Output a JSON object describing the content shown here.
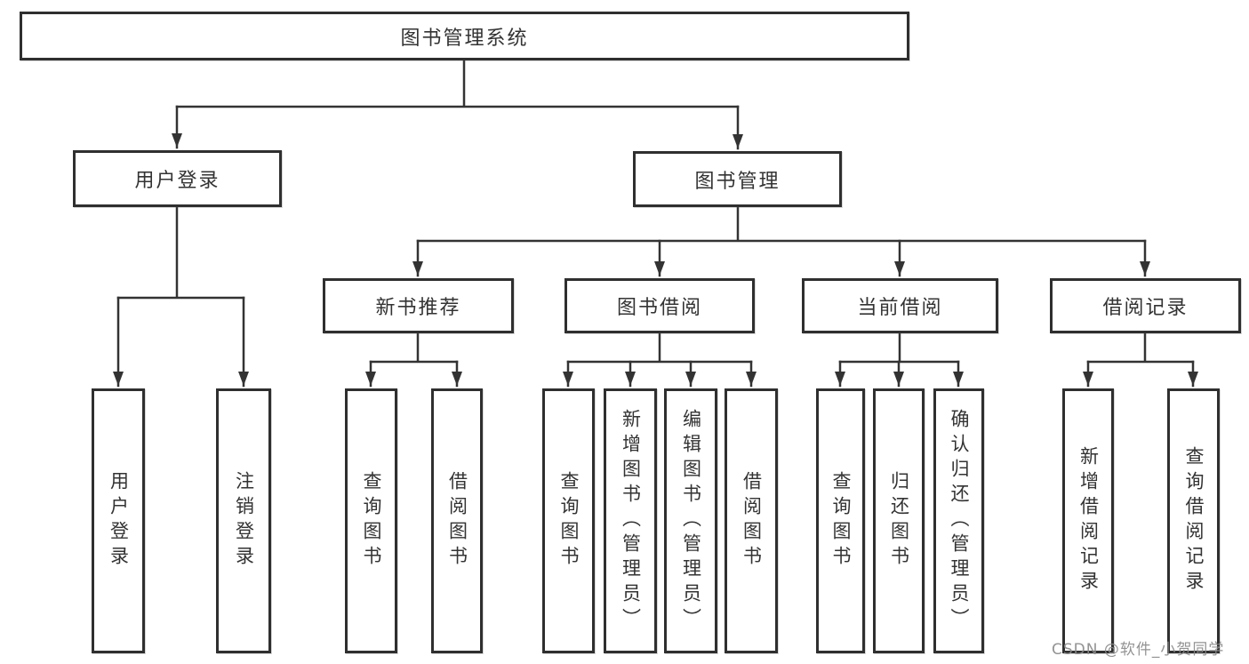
{
  "colors": {
    "background": "#ffffff",
    "line": "#333333",
    "box_border": "#2f2f2f",
    "text": "#333333",
    "watermark": "#8a8a8a"
  },
  "watermark": {
    "text": "CSDN @软件_小贺同学"
  },
  "diagram": {
    "type": "hierarchy-tree",
    "root": {
      "label": "图书管理系统"
    },
    "level2": [
      {
        "label": "用户登录"
      },
      {
        "label": "图书管理"
      }
    ],
    "level3": [
      {
        "label": "新书推荐",
        "parent": "图书管理"
      },
      {
        "label": "图书借阅",
        "parent": "图书管理"
      },
      {
        "label": "当前借阅",
        "parent": "图书管理"
      },
      {
        "label": "借阅记录",
        "parent": "图书管理"
      }
    ],
    "leaves": [
      {
        "label": "用户登录",
        "parent": "用户登录"
      },
      {
        "label": "注销登录",
        "parent": "用户登录"
      },
      {
        "label": "查询图书",
        "parent": "新书推荐"
      },
      {
        "label": "借阅图书",
        "parent": "新书推荐"
      },
      {
        "label": "查询图书",
        "parent": "图书借阅"
      },
      {
        "label": "新增图书（管理员）",
        "parent": "图书借阅"
      },
      {
        "label": "编辑图书（管理员）",
        "parent": "图书借阅"
      },
      {
        "label": "借阅图书",
        "parent": "图书借阅"
      },
      {
        "label": "查询图书",
        "parent": "当前借阅"
      },
      {
        "label": "归还图书",
        "parent": "当前借阅"
      },
      {
        "label": "确认归还（管理员）",
        "parent": "当前借阅"
      },
      {
        "label": "新增借阅记录",
        "parent": "借阅记录"
      },
      {
        "label": "查询借阅记录",
        "parent": "借阅记录"
      }
    ]
  }
}
